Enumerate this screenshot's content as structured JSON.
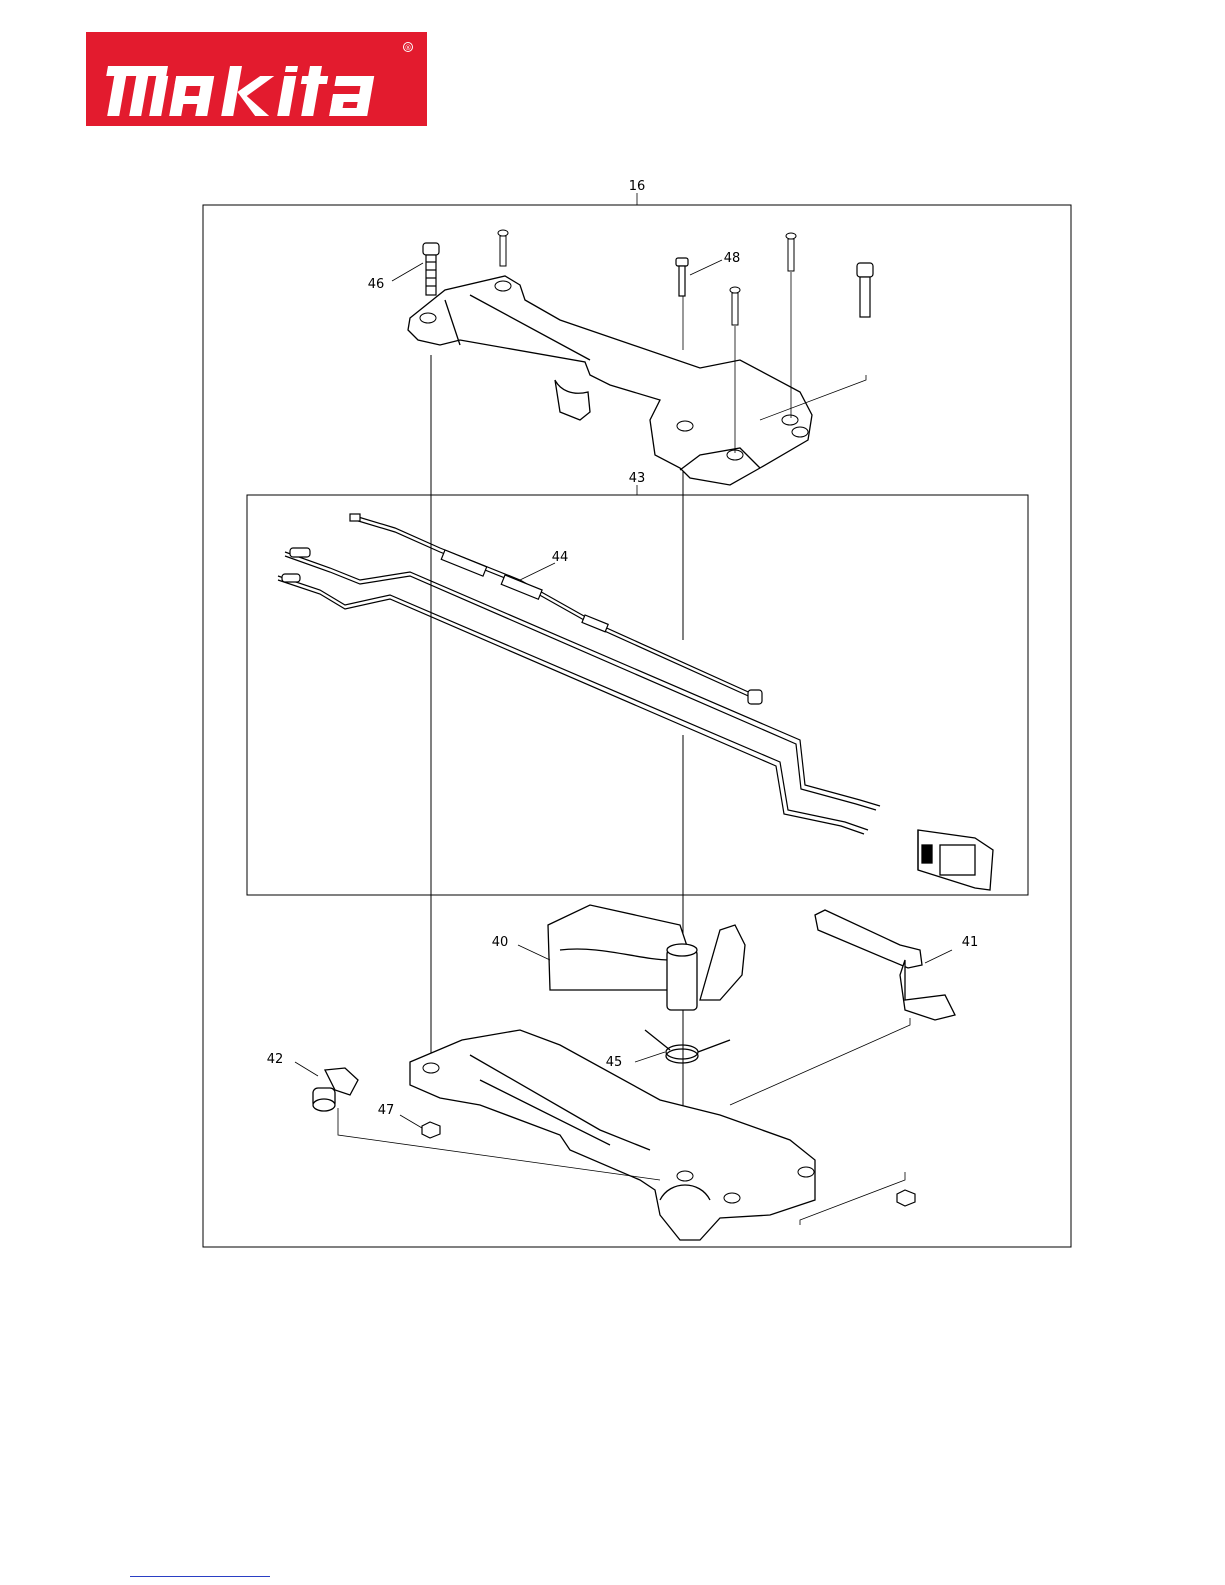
{
  "brand": {
    "name": "makita",
    "registered": "®",
    "color": "#e31b2e"
  },
  "diagram": {
    "assembly_label": "16",
    "subassembly_label": "43",
    "callouts": {
      "screw_46": "46",
      "screw_48": "48",
      "wire_44": "44",
      "lever_40": "40",
      "trigger_41": "41",
      "part_42": "42",
      "spring_45": "45",
      "nut_47": "47"
    }
  }
}
